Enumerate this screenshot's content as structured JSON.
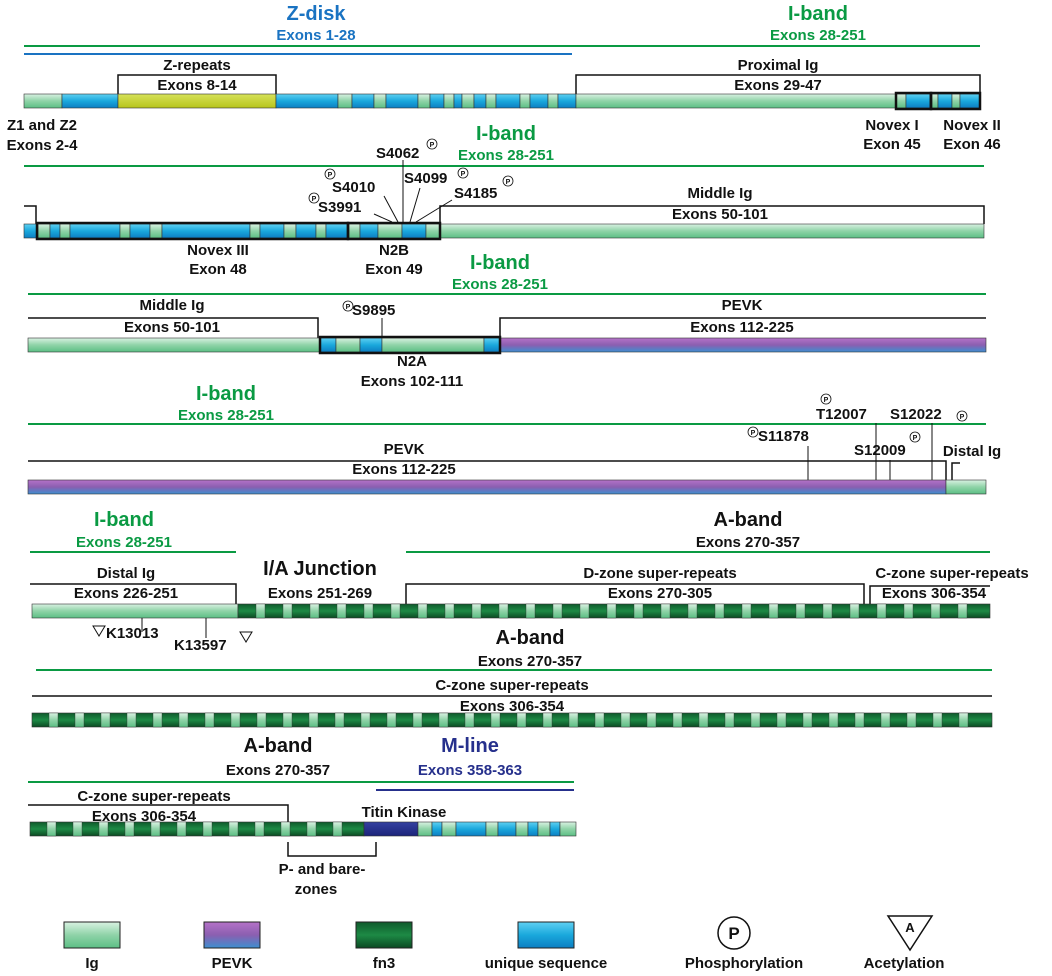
{
  "colors": {
    "zdisk": "#1a73c2",
    "iband": "#0a9a43",
    "mline": "#26308c",
    "black": "#111111"
  },
  "row1": {
    "zdisk_title": "Z-disk",
    "zdisk_exons": "Exons 1-28",
    "iband_title": "I-band",
    "iband_exons": "Exons 28-251",
    "zrep_title": "Z-repeats",
    "zrep_exons": "Exons 8-14",
    "prox_title": "Proximal Ig",
    "prox_exons": "Exons 29-47",
    "z1z2_title": "Z1 and Z2",
    "z1z2_exons": "Exons 2-4",
    "novex1_title": "Novex I",
    "novex1_exon": "Exon 45",
    "novex2_title": "Novex II",
    "novex2_exon": "Exon 46"
  },
  "row2": {
    "iband_title": "I-band",
    "iband_exons": "Exons 28-251",
    "s4062": "S4062",
    "s4010": "S4010",
    "s4099": "S4099",
    "s3991": "S3991",
    "s4185": "S4185",
    "mid_title": "Middle Ig",
    "mid_exons": "Exons 50-101",
    "novex3_title": "Novex III",
    "novex3_exon": "Exon 48",
    "n2b_title": "N2B",
    "n2b_exon": "Exon 49"
  },
  "row3": {
    "iband_title": "I-band",
    "iband_exons": "Exons 28-251",
    "mid_title": "Middle Ig",
    "mid_exons": "Exons 50-101",
    "s9895": "S9895",
    "pevk_title": "PEVK",
    "pevk_exons": "Exons 112-225",
    "n2a_title": "N2A",
    "n2a_exons": "Exons 102-111"
  },
  "row4": {
    "iband_title": "I-band",
    "iband_exons": "Exons 28-251",
    "t12007": "T12007",
    "s12022": "S12022",
    "s11878": "S11878",
    "s12009": "S12009",
    "distal_title": "Distal Ig",
    "pevk_title": "PEVK",
    "pevk_exons": "Exons 112-225"
  },
  "row5": {
    "iband_title": "I-band",
    "iband_exons": "Exons 28-251",
    "aband_title": "A-band",
    "aband_exons": "Exons 270-357",
    "ia_title": "I/A Junction",
    "ia_exons": "Exons 251-269",
    "distal_title": "Distal Ig",
    "distal_exons": "Exons 226-251",
    "dzone_title": "D-zone super-repeats",
    "dzone_exons": "Exons 270-305",
    "czone_title": "C-zone super-repeats",
    "czone_exons": "Exons 306-354",
    "k13013": "K13013",
    "k13597": "K13597"
  },
  "row6": {
    "aband_title": "A-band",
    "aband_exons": "Exons 270-357",
    "czone_title": "C-zone super-repeats",
    "czone_exons": "Exons 306-354"
  },
  "row7": {
    "aband_title": "A-band",
    "aband_exons": "Exons 270-357",
    "mline_title": "M-line",
    "mline_exons": "Exons 358-363",
    "czone_title": "C-zone super-repeats",
    "czone_exons": "Exons 306-354",
    "kinase_title": "Titin Kinase",
    "pbare_line1": "P- and bare-",
    "pbare_line2": "zones"
  },
  "legend": {
    "ig": "Ig",
    "pevk": "PEVK",
    "fn3": "fn3",
    "unique": "unique sequence",
    "phos": "Phosphorylation",
    "acet": "Acetylation",
    "phos_symbol": "P",
    "acet_symbol": "A",
    "mini_p": "P"
  }
}
